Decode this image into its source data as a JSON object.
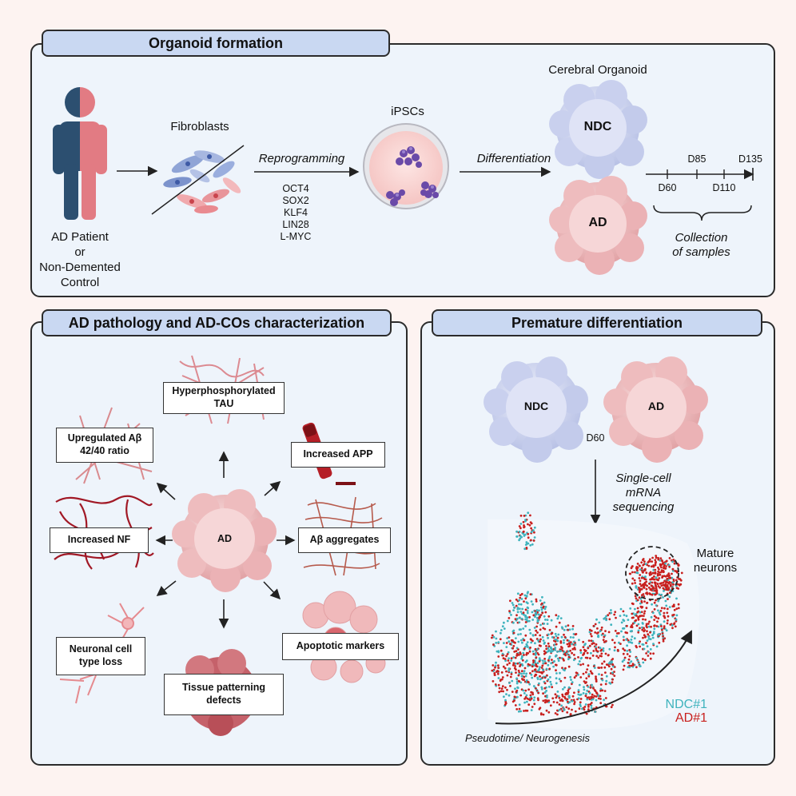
{
  "panels": {
    "formation": {
      "title": "Organoid formation"
    },
    "pathology": {
      "title": "AD pathology and AD-COs characterization"
    },
    "premature": {
      "title": "Premature differentiation"
    }
  },
  "formation": {
    "patient_lines": [
      "AD Patient",
      "or",
      "Non-Demented",
      "Control"
    ],
    "fibroblasts": "Fibroblasts",
    "reprogramming": "Reprogramming",
    "factors": [
      "OCT4",
      "SOX2",
      "KLF4",
      "LIN28",
      "L-MYC"
    ],
    "ipscs": "iPSCs",
    "differentiation": "Differentiation",
    "cerebral_organoid": "Cerebral Organoid",
    "ndc": "NDC",
    "ad": "AD",
    "timeline": {
      "d60": "D60",
      "d85": "D85",
      "d110": "D110",
      "d135": "D135"
    },
    "collection_lines": [
      "Collection",
      "of samples"
    ]
  },
  "pathology": {
    "center": "AD",
    "hyper_tau": [
      "Hyperphosphorylated",
      "TAU"
    ],
    "abeta_ratio": [
      "Upregulated Aβ",
      "42/40 ratio"
    ],
    "increased_app": "Increased APP",
    "increased_nf": "Increased NF",
    "abeta_aggregates": "Aβ aggregates",
    "neuronal_loss": [
      "Neuronal cell",
      "type loss"
    ],
    "tissue_patterning": [
      "Tissue patterning",
      "defects"
    ],
    "apoptotic": "Apoptotic markers"
  },
  "premature": {
    "ndc": "NDC",
    "ad": "AD",
    "d60": "D60",
    "seq_lines": [
      "Single-cell",
      "mRNA",
      "sequencing"
    ],
    "mature_lines": [
      "Mature",
      "neurons"
    ],
    "legend_ndc": "NDC#1",
    "legend_ad": "AD#1",
    "axis": "Pseudotime/ Neurogenesis",
    "colors": {
      "ndc": "#3fb3bd",
      "ad": "#c8201e"
    }
  },
  "colors": {
    "panel_bg": "#eef4fb",
    "tab_bg": "#c9d8f2",
    "page_bg": "#fdf3f1",
    "patient_blue": "#2c4f70",
    "patient_red": "#e27b83"
  }
}
